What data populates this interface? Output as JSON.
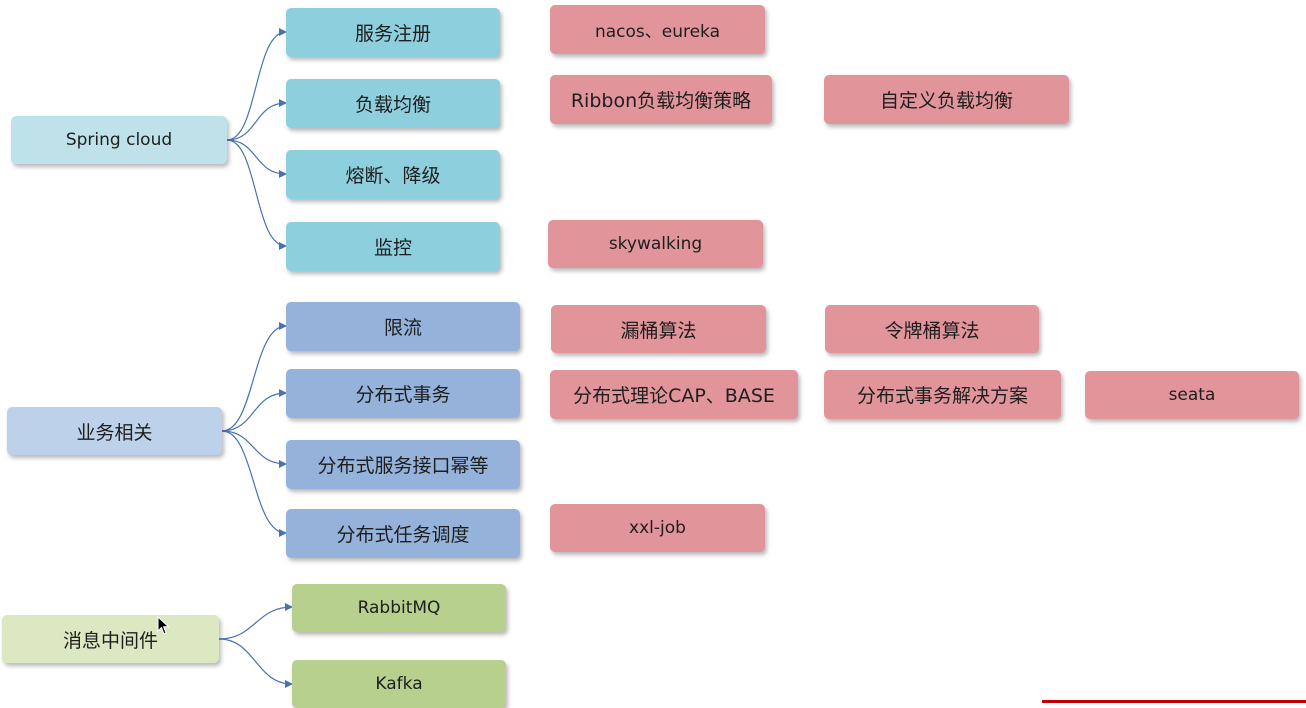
{
  "diagram": {
    "groups": [
      {
        "root": "Spring cloud",
        "children": [
          {
            "label": "服务注册",
            "details": [
              "nacos、eureka"
            ]
          },
          {
            "label": "负载均衡",
            "details": [
              "Ribbon负载均衡策略",
              "自定义负载均衡"
            ]
          },
          {
            "label": "熔断、降级",
            "details": []
          },
          {
            "label": "监控",
            "details": [
              "skywalking"
            ]
          }
        ]
      },
      {
        "root": "业务相关",
        "children": [
          {
            "label": "限流",
            "details": [
              "漏桶算法",
              "令牌桶算法"
            ]
          },
          {
            "label": "分布式事务",
            "details": [
              "分布式理论CAP、BASE",
              "分布式事务解决方案",
              "seata"
            ]
          },
          {
            "label": "分布式服务接口幂等",
            "details": []
          },
          {
            "label": "分布式任务调度",
            "details": [
              "xxl-job"
            ]
          }
        ]
      },
      {
        "root": "消息中间件",
        "children": [
          {
            "label": "RabbitMQ",
            "details": []
          },
          {
            "label": "Kafka",
            "details": []
          }
        ]
      }
    ],
    "colors": {
      "spring_root": "#bfe2ea",
      "spring_child": "#8ecfdd",
      "business_root": "#bdd1ea",
      "business_child": "#94b2da",
      "mq_root": "#dbe8c2",
      "mq_child": "#b7d08e",
      "detail": "#e1959b",
      "connector": "#4a72b0"
    }
  }
}
